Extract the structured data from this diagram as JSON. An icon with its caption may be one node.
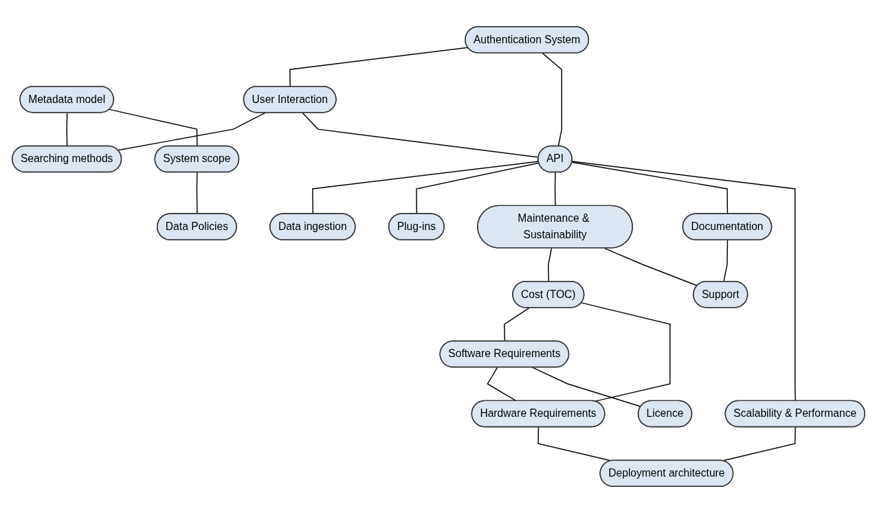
{
  "diagram": {
    "nodes": [
      {
        "text": [
          "Metadata model"
        ]
      },
      {
        "text": [
          "User Interaction"
        ]
      },
      {
        "text": [
          "Searching methods"
        ]
      },
      {
        "text": [
          "Authentication System"
        ]
      },
      {
        "text": [
          "API"
        ]
      },
      {
        "text": [
          "Data ingestion"
        ]
      },
      {
        "text": [
          "Plug-ins"
        ]
      },
      {
        "text": [
          "Maintenance & Sustainability"
        ]
      },
      {
        "text": [
          "Cost (TOC)"
        ]
      },
      {
        "text": [
          "Scalability & Performance"
        ]
      },
      {
        "text": [
          "Documentation"
        ]
      },
      {
        "text": [
          "Support"
        ]
      },
      {
        "text": [
          "Software Requirements"
        ]
      },
      {
        "text": [
          "Hardware Requirements"
        ]
      },
      {
        "text": [
          "System scope"
        ]
      },
      {
        "text": [
          "Data Policies"
        ]
      },
      {
        "text": [
          "Licence"
        ]
      },
      {
        "text": [
          "Deployment architecture"
        ]
      }
    ],
    "edges": [
      {
        "from": 0,
        "to": 2,
        "arrow": "none"
      },
      {
        "from": 1,
        "to": 2,
        "arrow": "none"
      },
      {
        "from": 0,
        "to": 14,
        "arrow": "none"
      },
      {
        "from": 3,
        "to": 1,
        "arrow": "none"
      },
      {
        "from": 3,
        "to": 4,
        "arrow": "none"
      },
      {
        "from": 1,
        "to": 4,
        "arrow": "none"
      },
      {
        "from": 4,
        "to": 5,
        "arrow": "none"
      },
      {
        "from": 4,
        "to": 6,
        "arrow": "none"
      },
      {
        "from": 4,
        "to": 7,
        "arrow": "none"
      },
      {
        "from": 4,
        "to": 10,
        "arrow": "none"
      },
      {
        "from": 4,
        "to": 9,
        "arrow": "none"
      },
      {
        "from": 7,
        "to": 8,
        "arrow": "none"
      },
      {
        "from": 7,
        "to": 11,
        "arrow": "none"
      },
      {
        "from": 10,
        "to": 11,
        "arrow": "none"
      },
      {
        "from": 8,
        "to": 12,
        "arrow": "none"
      },
      {
        "from": 8,
        "to": 13,
        "arrow": "none"
      },
      {
        "from": 12,
        "to": 13,
        "arrow": "none"
      },
      {
        "from": 12,
        "to": 16,
        "arrow": "none"
      },
      {
        "from": 13,
        "to": 17,
        "arrow": "none"
      },
      {
        "from": 9,
        "to": 17,
        "arrow": "none"
      },
      {
        "from": 14,
        "to": 15,
        "arrow": "none"
      }
    ]
  }
}
